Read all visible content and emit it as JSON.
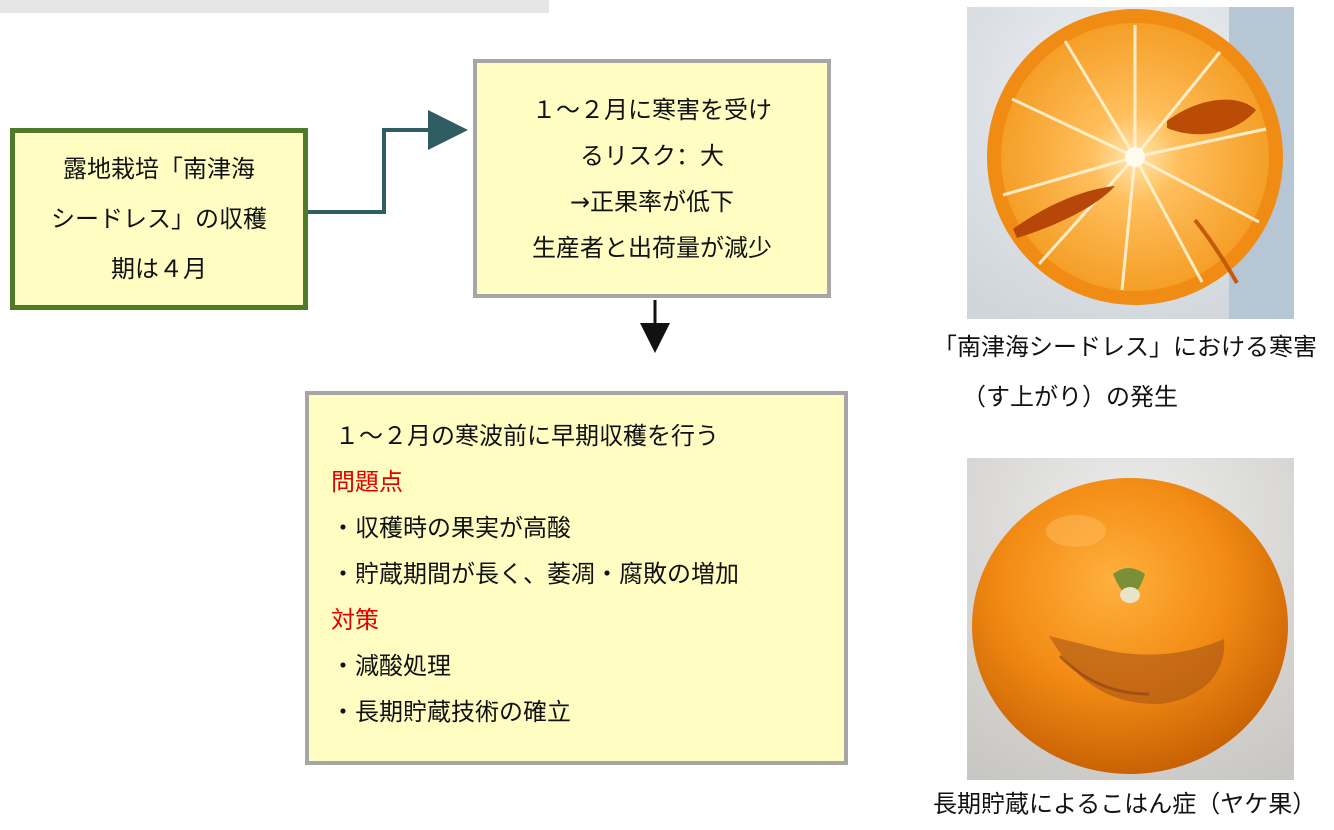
{
  "start_box": {
    "lines": [
      "露地栽培「南津海",
      "シードレス」の収穫",
      "期は４月"
    ]
  },
  "risk_box": {
    "lines": [
      "１～２月に寒害を受け",
      "るリスク：大",
      "→正果率が低下",
      "生産者と出荷量が減少"
    ]
  },
  "plan_box": {
    "title": "１～２月の寒波前に早期収穫を行う",
    "problems_heading": "問題点",
    "problems": [
      "・収穫時の果実が高酸",
      "・貯蔵期間が長く、萎凋・腐敗の増加"
    ],
    "measures_heading": "対策",
    "measures": [
      "・減酸処理",
      "・長期貯蔵技術の確立"
    ]
  },
  "photos": {
    "cut_fruit": {
      "caption_line1": "「南津海シードレス」における寒害",
      "caption_line2": "（す上がり）の発生"
    },
    "whole_fruit": {
      "caption": "長期貯蔵によるこはん症（ヤケ果）"
    }
  },
  "colors": {
    "box_fill": "#fffdc2",
    "start_border": "#4f7a28",
    "box_border": "#a6a6a6",
    "elbow_arrow": "#2f5d62",
    "down_arrow": "#111111",
    "heading_red": "#e00000",
    "orange": "#f39a1f"
  }
}
